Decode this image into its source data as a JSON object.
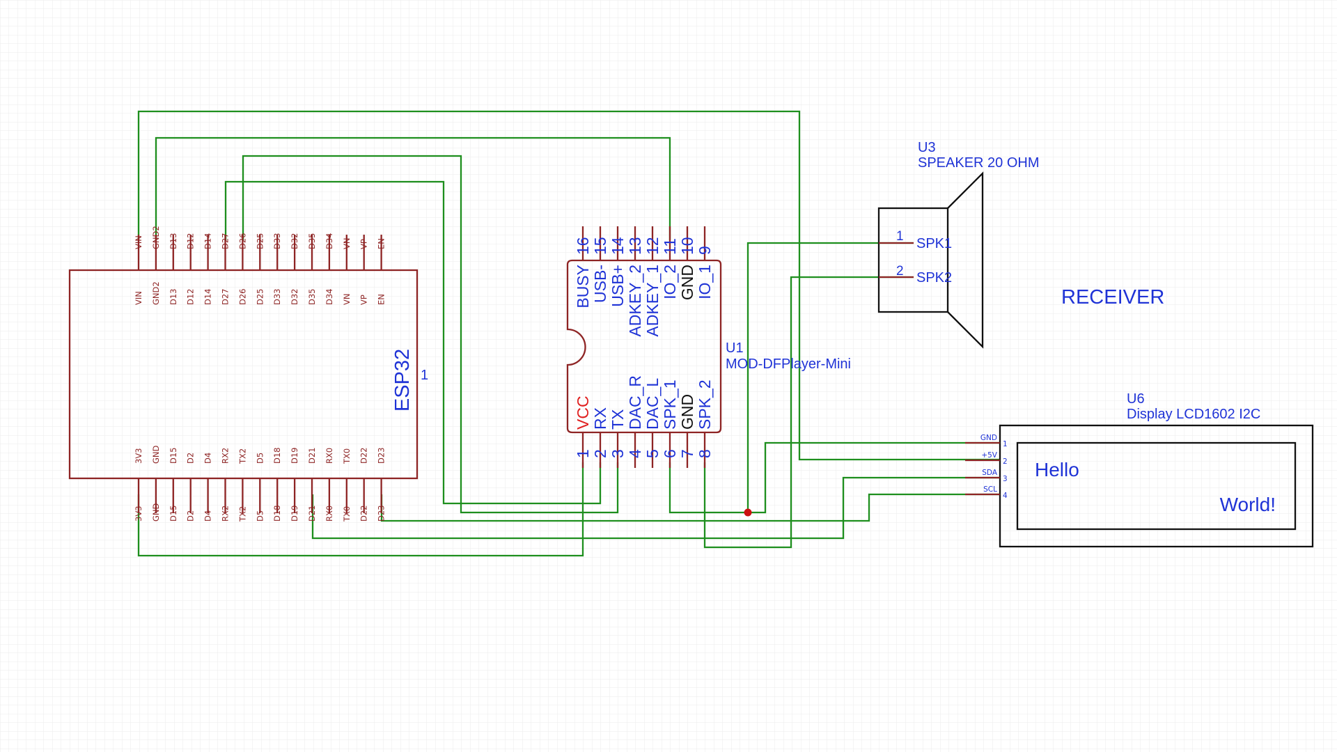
{
  "schematic": {
    "esp32": {
      "name": "ESP32",
      "pin_number": "1",
      "top_pins": [
        "VIN",
        "GND2",
        "D13",
        "D12",
        "D14",
        "D27",
        "D26",
        "D25",
        "D33",
        "D32",
        "D35",
        "D34",
        "VN",
        "VP",
        "EN"
      ],
      "bottom_pins": [
        "3V3",
        "GND",
        "D15",
        "D2",
        "D4",
        "RX2",
        "TX2",
        "D5",
        "D18",
        "D19",
        "D21",
        "RX0",
        "TX0",
        "D22",
        "D23"
      ]
    },
    "dfplayer": {
      "refdes": "U1",
      "value": "MOD-DFPlayer-Mini",
      "top_pins": [
        {
          "num": "16",
          "label": "BUSY"
        },
        {
          "num": "15",
          "label": "USB-"
        },
        {
          "num": "14",
          "label": "USB+"
        },
        {
          "num": "13",
          "label": "ADKEY_2"
        },
        {
          "num": "12",
          "label": "ADKEY_1"
        },
        {
          "num": "11",
          "label": "IO_2"
        },
        {
          "num": "10",
          "label": "GND"
        },
        {
          "num": "9",
          "label": "IO_1"
        }
      ],
      "bottom_pins": [
        {
          "num": "1",
          "label": "VCC"
        },
        {
          "num": "2",
          "label": "RX"
        },
        {
          "num": "3",
          "label": "TX"
        },
        {
          "num": "4",
          "label": "DAC_R"
        },
        {
          "num": "5",
          "label": "DAC_L"
        },
        {
          "num": "6",
          "label": "SPK_1"
        },
        {
          "num": "7",
          "label": "GND"
        },
        {
          "num": "8",
          "label": "SPK_2"
        }
      ]
    },
    "speaker": {
      "refdes": "U3",
      "value": "SPEAKER 20 OHM",
      "pins": [
        {
          "num": "1",
          "label": "SPK1"
        },
        {
          "num": "2",
          "label": "SPK2"
        }
      ]
    },
    "receiver_label": "RECEIVER",
    "lcd": {
      "refdes": "U6",
      "value": "Display LCD1602 I2C",
      "pins": [
        {
          "label": "GND",
          "num": "1"
        },
        {
          "label": "+5V",
          "num": "2"
        },
        {
          "label": "SDA",
          "num": "3"
        },
        {
          "label": "SCL",
          "num": "4"
        }
      ],
      "screen_line1": "Hello",
      "screen_line2": "World!"
    }
  },
  "colors": {
    "background": "#ffffff",
    "grid": "#ebebeb",
    "component_outline": "#8e2424",
    "label_blue": "#1f33d6",
    "wire_green": "#1e8f1e",
    "power_red": "#e02020",
    "junction": "#cc1111"
  }
}
